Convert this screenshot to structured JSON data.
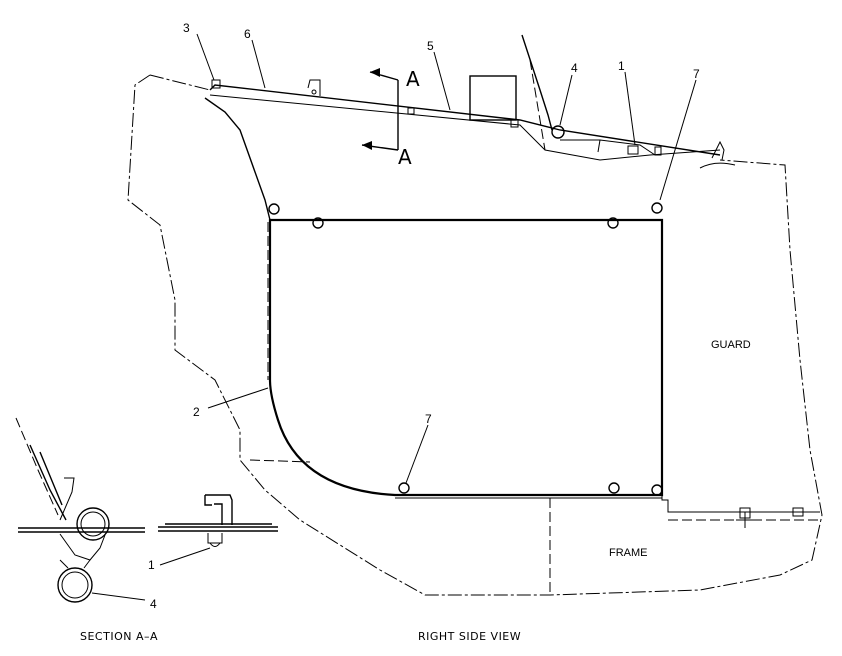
{
  "callouts": {
    "c1_top": "1",
    "c1_section": "1",
    "c2": "2",
    "c3": "3",
    "c4_top": "4",
    "c4_section": "4",
    "c5": "5",
    "c6": "6",
    "c7_top": "7",
    "c7_bottom": "7"
  },
  "section_marks": {
    "upper": "A",
    "lower": "A"
  },
  "areas": {
    "guard": "GUARD",
    "frame": "FRAME"
  },
  "captions": {
    "section": "SECTION A–A",
    "view": "RIGHT SIDE VIEW"
  }
}
